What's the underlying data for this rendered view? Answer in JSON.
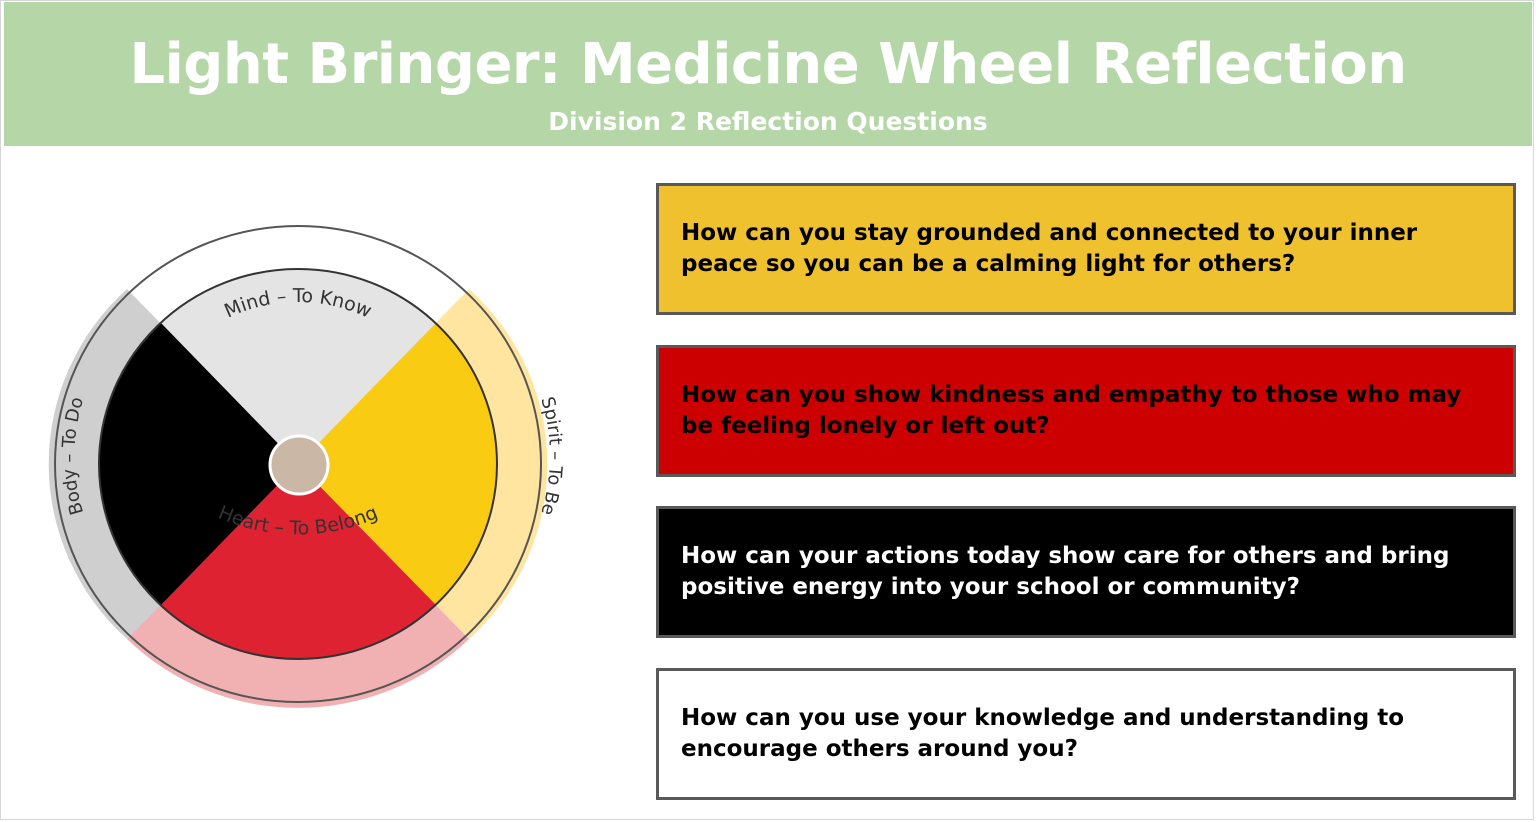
{
  "header": {
    "title": "Light Bringer: Medicine Wheel Reflection",
    "subtitle": "Division 2 Reflection Questions",
    "background_color": "#b5d7a8"
  },
  "wheel": {
    "center_color": "#cbb7a5",
    "quadrants": [
      {
        "name": "mind",
        "ring_label": "Mind – To Know",
        "fill_color": "#e4e4e4",
        "ring_color": "#ffffff"
      },
      {
        "name": "spirit",
        "ring_label": "Spirit – To Be",
        "fill_color": "#f9cb12",
        "ring_color": "#ffe5a0"
      },
      {
        "name": "heart",
        "ring_label": "Heart – To Belong",
        "fill_color": "#de2231",
        "ring_color": "#f1b1b3"
      },
      {
        "name": "body",
        "ring_label": "Body – To Do",
        "fill_color": "#000000",
        "ring_color": "#cfcfcf"
      }
    ]
  },
  "questions": [
    {
      "text": "How can you stay grounded and connected to your inner peace so you can be a calming light for others?",
      "bg_color": "#f0c12f",
      "text_color": "#000000"
    },
    {
      "text": "How can you show kindness and empathy to those who may be feeling lonely or left out?",
      "bg_color": "#cc0000",
      "text_color": "#000000"
    },
    {
      "text": "How can your actions today show care for others and bring positive energy into your school or community?",
      "bg_color": "#000000",
      "text_color": "#ffffff"
    },
    {
      "text": "How can you use your knowledge and understanding to encourage others around you?",
      "bg_color": "#ffffff",
      "text_color": "#000000"
    }
  ]
}
